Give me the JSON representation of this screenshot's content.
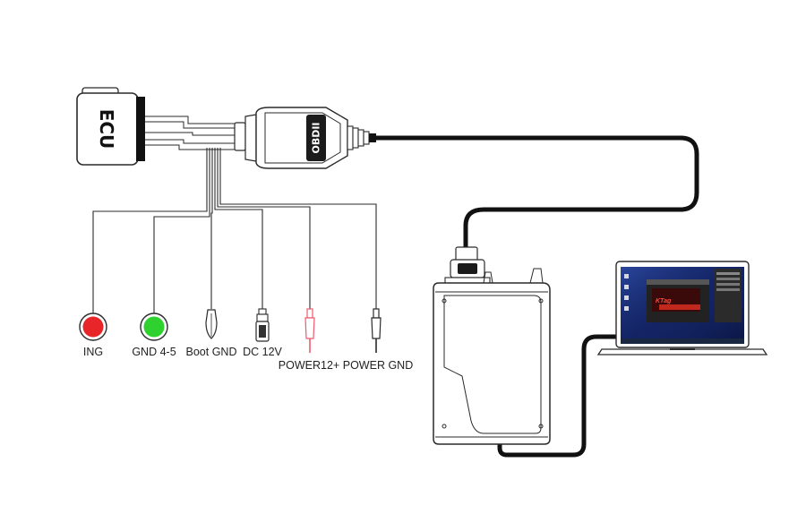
{
  "ecu": {
    "label": "ECU"
  },
  "obd": {
    "label": "OBDII"
  },
  "connectors": [
    {
      "label": "ING",
      "color": "#e8262a"
    },
    {
      "label": "GND 4-5",
      "color": "#2ed12e"
    },
    {
      "label": "Boot GND"
    },
    {
      "label": "DC 12V"
    },
    {
      "label": "POWER12+",
      "color": "#ee5a70"
    },
    {
      "label": "POWER GND"
    }
  ],
  "laptop": {
    "screen_logo": "KTag"
  },
  "colors": {
    "line": "#111111",
    "outline": "#2a2a2a",
    "screen": "#1a2a6a"
  }
}
